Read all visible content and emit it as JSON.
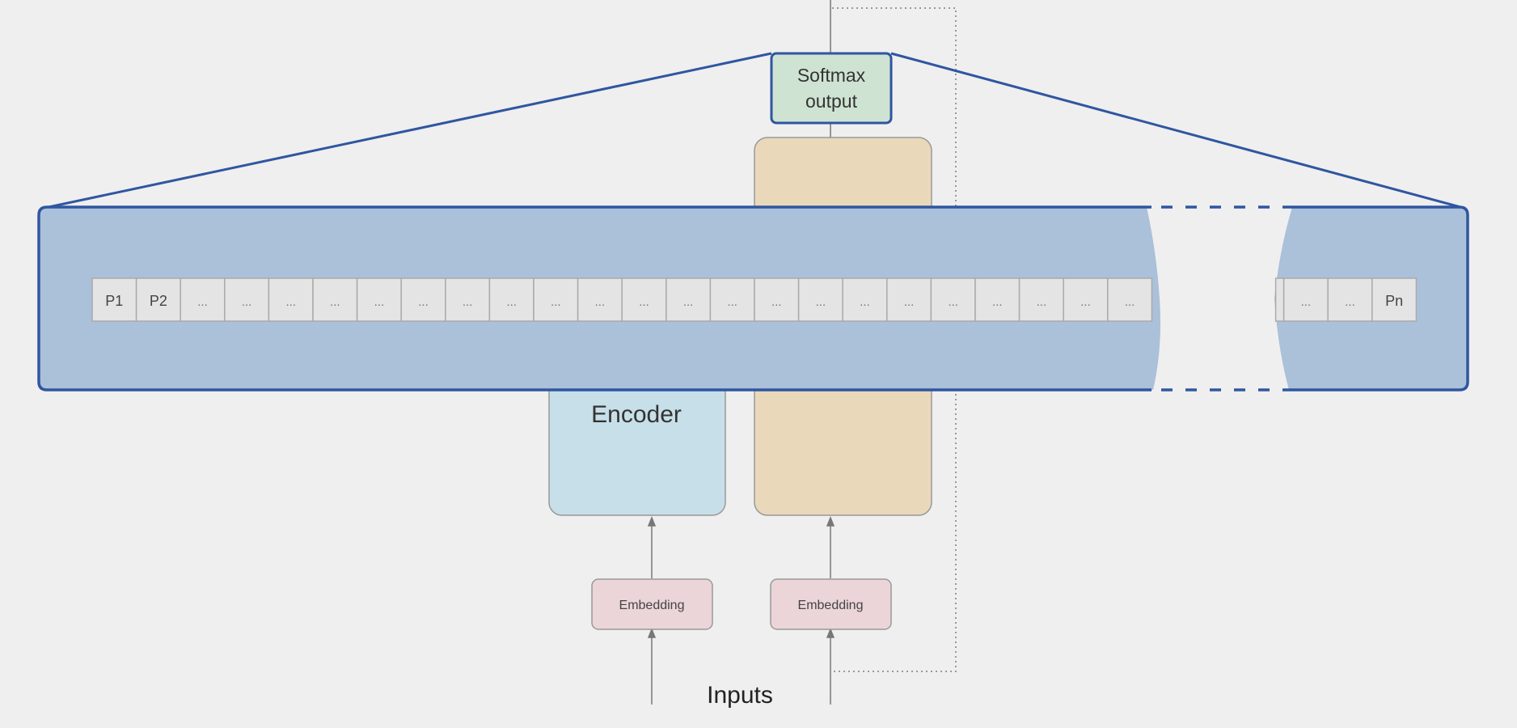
{
  "softmax": {
    "line1": "Softmax",
    "line2": "output"
  },
  "encoder": {
    "label": "Encoder"
  },
  "embeddings": [
    {
      "label": "Embedding"
    },
    {
      "label": "Embedding"
    }
  ],
  "inputs_label": "Inputs",
  "sequence": {
    "left_cells": [
      "P1",
      "P2",
      "...",
      "...",
      "...",
      "...",
      "...",
      "...",
      "...",
      "...",
      "...",
      "...",
      "...",
      "...",
      "...",
      "...",
      "...",
      "...",
      "...",
      "...",
      "...",
      "...",
      "...",
      "..."
    ],
    "right_cells": [
      "",
      "...",
      "...",
      "Pn"
    ]
  },
  "colors": {
    "background": "#efefef",
    "band_fill": "#abc0d9",
    "band_stroke": "#2f56a0",
    "softmax_fill": "#cfe3d3",
    "encoder_fill": "#c7dfe8",
    "decoder_fill": "#ead8bb",
    "embedding_fill": "#ebd5d9",
    "cell_fill": "#e4e4e4"
  }
}
